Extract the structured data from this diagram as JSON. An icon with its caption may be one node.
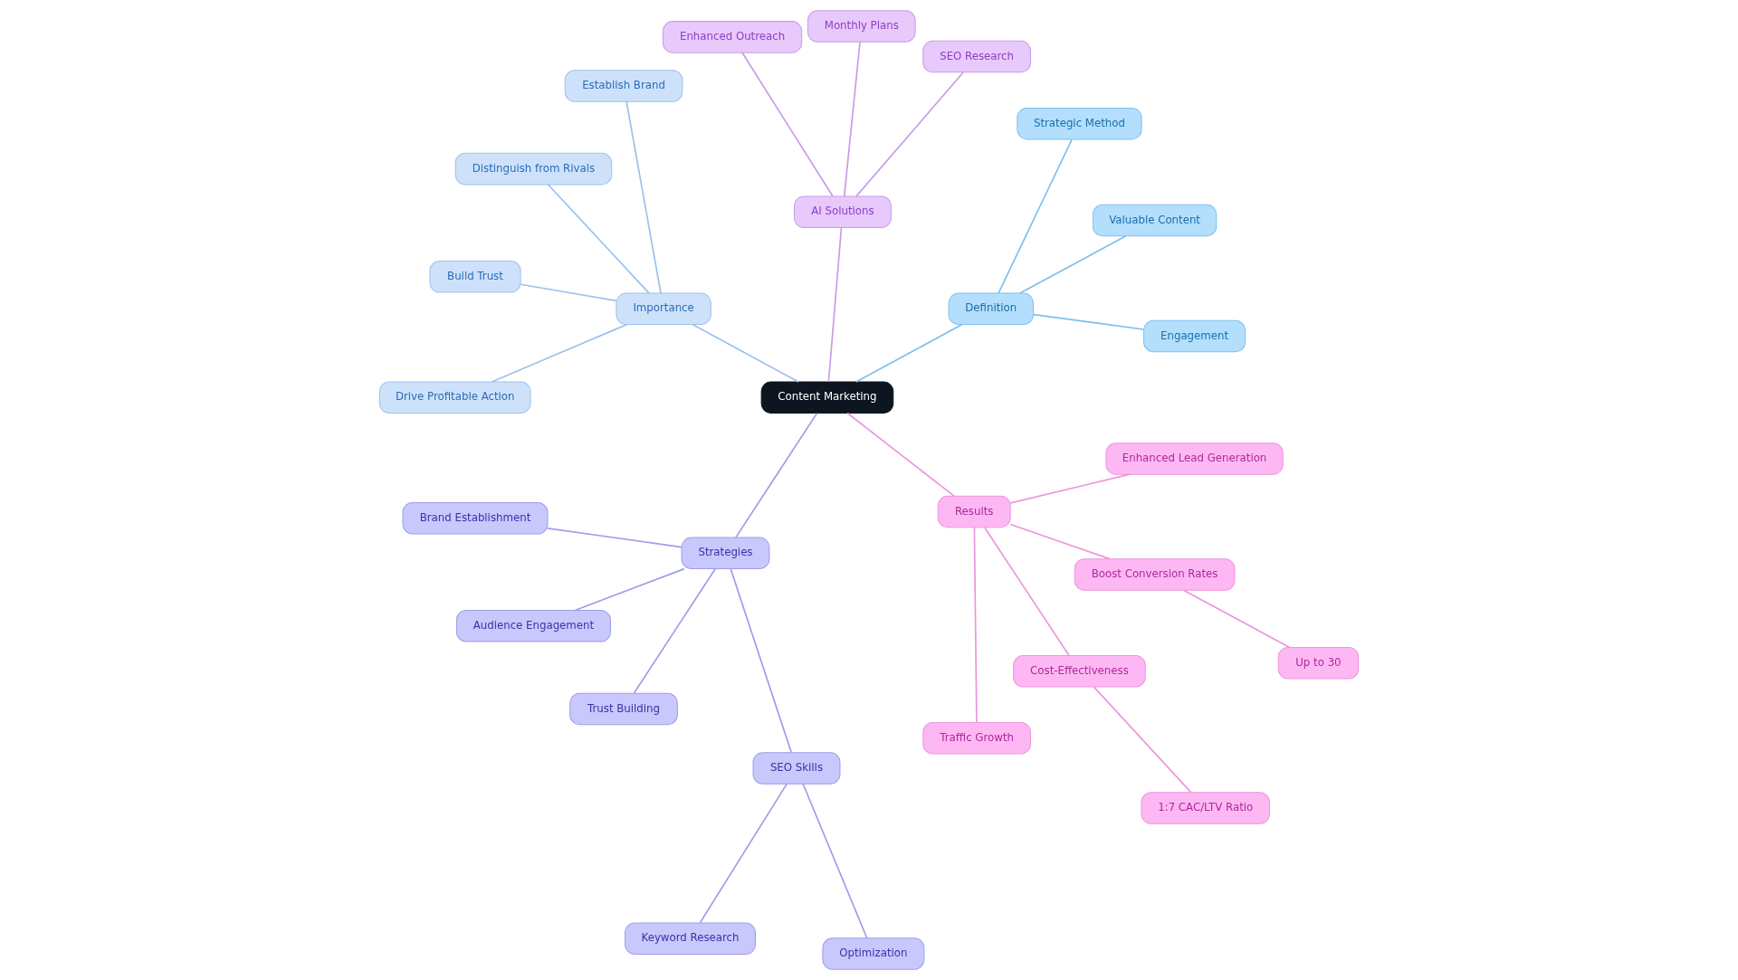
{
  "diagram": {
    "nodes": [
      {
        "text": [
          "Content Marketing"
        ]
      },
      {
        "text": [
          "Definition"
        ]
      },
      {
        "text": [
          "Engagement"
        ]
      },
      {
        "text": [
          "Valuable Content"
        ]
      },
      {
        "text": [
          "Strategic Method"
        ]
      },
      {
        "text": [
          "AI Solutions"
        ]
      },
      {
        "text": [
          "SEO Research"
        ]
      },
      {
        "text": [
          "Monthly Plans"
        ]
      },
      {
        "text": [
          "Enhanced Outreach"
        ]
      },
      {
        "text": [
          "Importance"
        ]
      },
      {
        "text": [
          "Establish Brand"
        ]
      },
      {
        "text": [
          "Distinguish from Rivals"
        ]
      },
      {
        "text": [
          "Build Trust"
        ]
      },
      {
        "text": [
          "Drive Profitable Action"
        ]
      },
      {
        "text": [
          "Strategies"
        ]
      },
      {
        "text": [
          "Brand Establishment"
        ]
      },
      {
        "text": [
          "Audience Engagement"
        ]
      },
      {
        "text": [
          "Trust Building"
        ]
      },
      {
        "text": [
          "SEO Skills"
        ]
      },
      {
        "text": [
          "Keyword Research"
        ]
      },
      {
        "text": [
          "Optimization"
        ]
      },
      {
        "text": [
          "Results"
        ]
      },
      {
        "text": [
          "Traffic Growth"
        ]
      },
      {
        "text": [
          "Cost-Effectiveness"
        ]
      },
      {
        "text": [
          "1:7 CAC/LTV Ratio"
        ]
      },
      {
        "text": [
          "Boost Conversion Rates"
        ]
      },
      {
        "text": [
          "Up to 30"
        ]
      },
      {
        "text": [
          "Enhanced Lead Generation"
        ]
      }
    ],
    "edges": [
      {
        "from": 0,
        "to": 1,
        "arrow": "none",
        "color": "#7fbfec"
      },
      {
        "from": 1,
        "to": 2,
        "arrow": "none",
        "color": "#7fbfec"
      },
      {
        "from": 1,
        "to": 3,
        "arrow": "none",
        "color": "#7fbfec"
      },
      {
        "from": 1,
        "to": 4,
        "arrow": "none",
        "color": "#7fbfec"
      },
      {
        "from": 0,
        "to": 5,
        "arrow": "none",
        "color": "#c89be8"
      },
      {
        "from": 5,
        "to": 6,
        "arrow": "none",
        "color": "#c89be8"
      },
      {
        "from": 5,
        "to": 7,
        "arrow": "none",
        "color": "#c89be8"
      },
      {
        "from": 5,
        "to": 8,
        "arrow": "none",
        "color": "#c89be8"
      },
      {
        "from": 0,
        "to": 9,
        "arrow": "none",
        "color": "#9cc1ec"
      },
      {
        "from": 9,
        "to": 10,
        "arrow": "none",
        "color": "#9cc1ec"
      },
      {
        "from": 9,
        "to": 11,
        "arrow": "none",
        "color": "#9cc1ec"
      },
      {
        "from": 9,
        "to": 12,
        "arrow": "none",
        "color": "#9cc1ec"
      },
      {
        "from": 9,
        "to": 13,
        "arrow": "none",
        "color": "#9cc1ec"
      },
      {
        "from": 0,
        "to": 14,
        "arrow": "none",
        "color": "#9d9de8"
      },
      {
        "from": 14,
        "to": 15,
        "arrow": "none",
        "color": "#9d9de8"
      },
      {
        "from": 14,
        "to": 16,
        "arrow": "none",
        "color": "#9d9de8"
      },
      {
        "from": 14,
        "to": 17,
        "arrow": "none",
        "color": "#9d9de8"
      },
      {
        "from": 14,
        "to": 18,
        "arrow": "none",
        "color": "#9d9de8"
      },
      {
        "from": 18,
        "to": 19,
        "arrow": "none",
        "color": "#9d9de8"
      },
      {
        "from": 18,
        "to": 20,
        "arrow": "none",
        "color": "#9d9de8"
      },
      {
        "from": 0,
        "to": 21,
        "arrow": "none",
        "color": "#ec95dc"
      },
      {
        "from": 21,
        "to": 22,
        "arrow": "none",
        "color": "#ec95dc"
      },
      {
        "from": 21,
        "to": 23,
        "arrow": "none",
        "color": "#ec95dc"
      },
      {
        "from": 23,
        "to": 24,
        "arrow": "none",
        "color": "#ec95dc"
      },
      {
        "from": 21,
        "to": 25,
        "arrow": "none",
        "color": "#ec95dc"
      },
      {
        "from": 25,
        "to": 26,
        "arrow": "none",
        "color": "#ec95dc"
      },
      {
        "from": 21,
        "to": 27,
        "arrow": "none",
        "color": "#ec95dc"
      }
    ]
  }
}
